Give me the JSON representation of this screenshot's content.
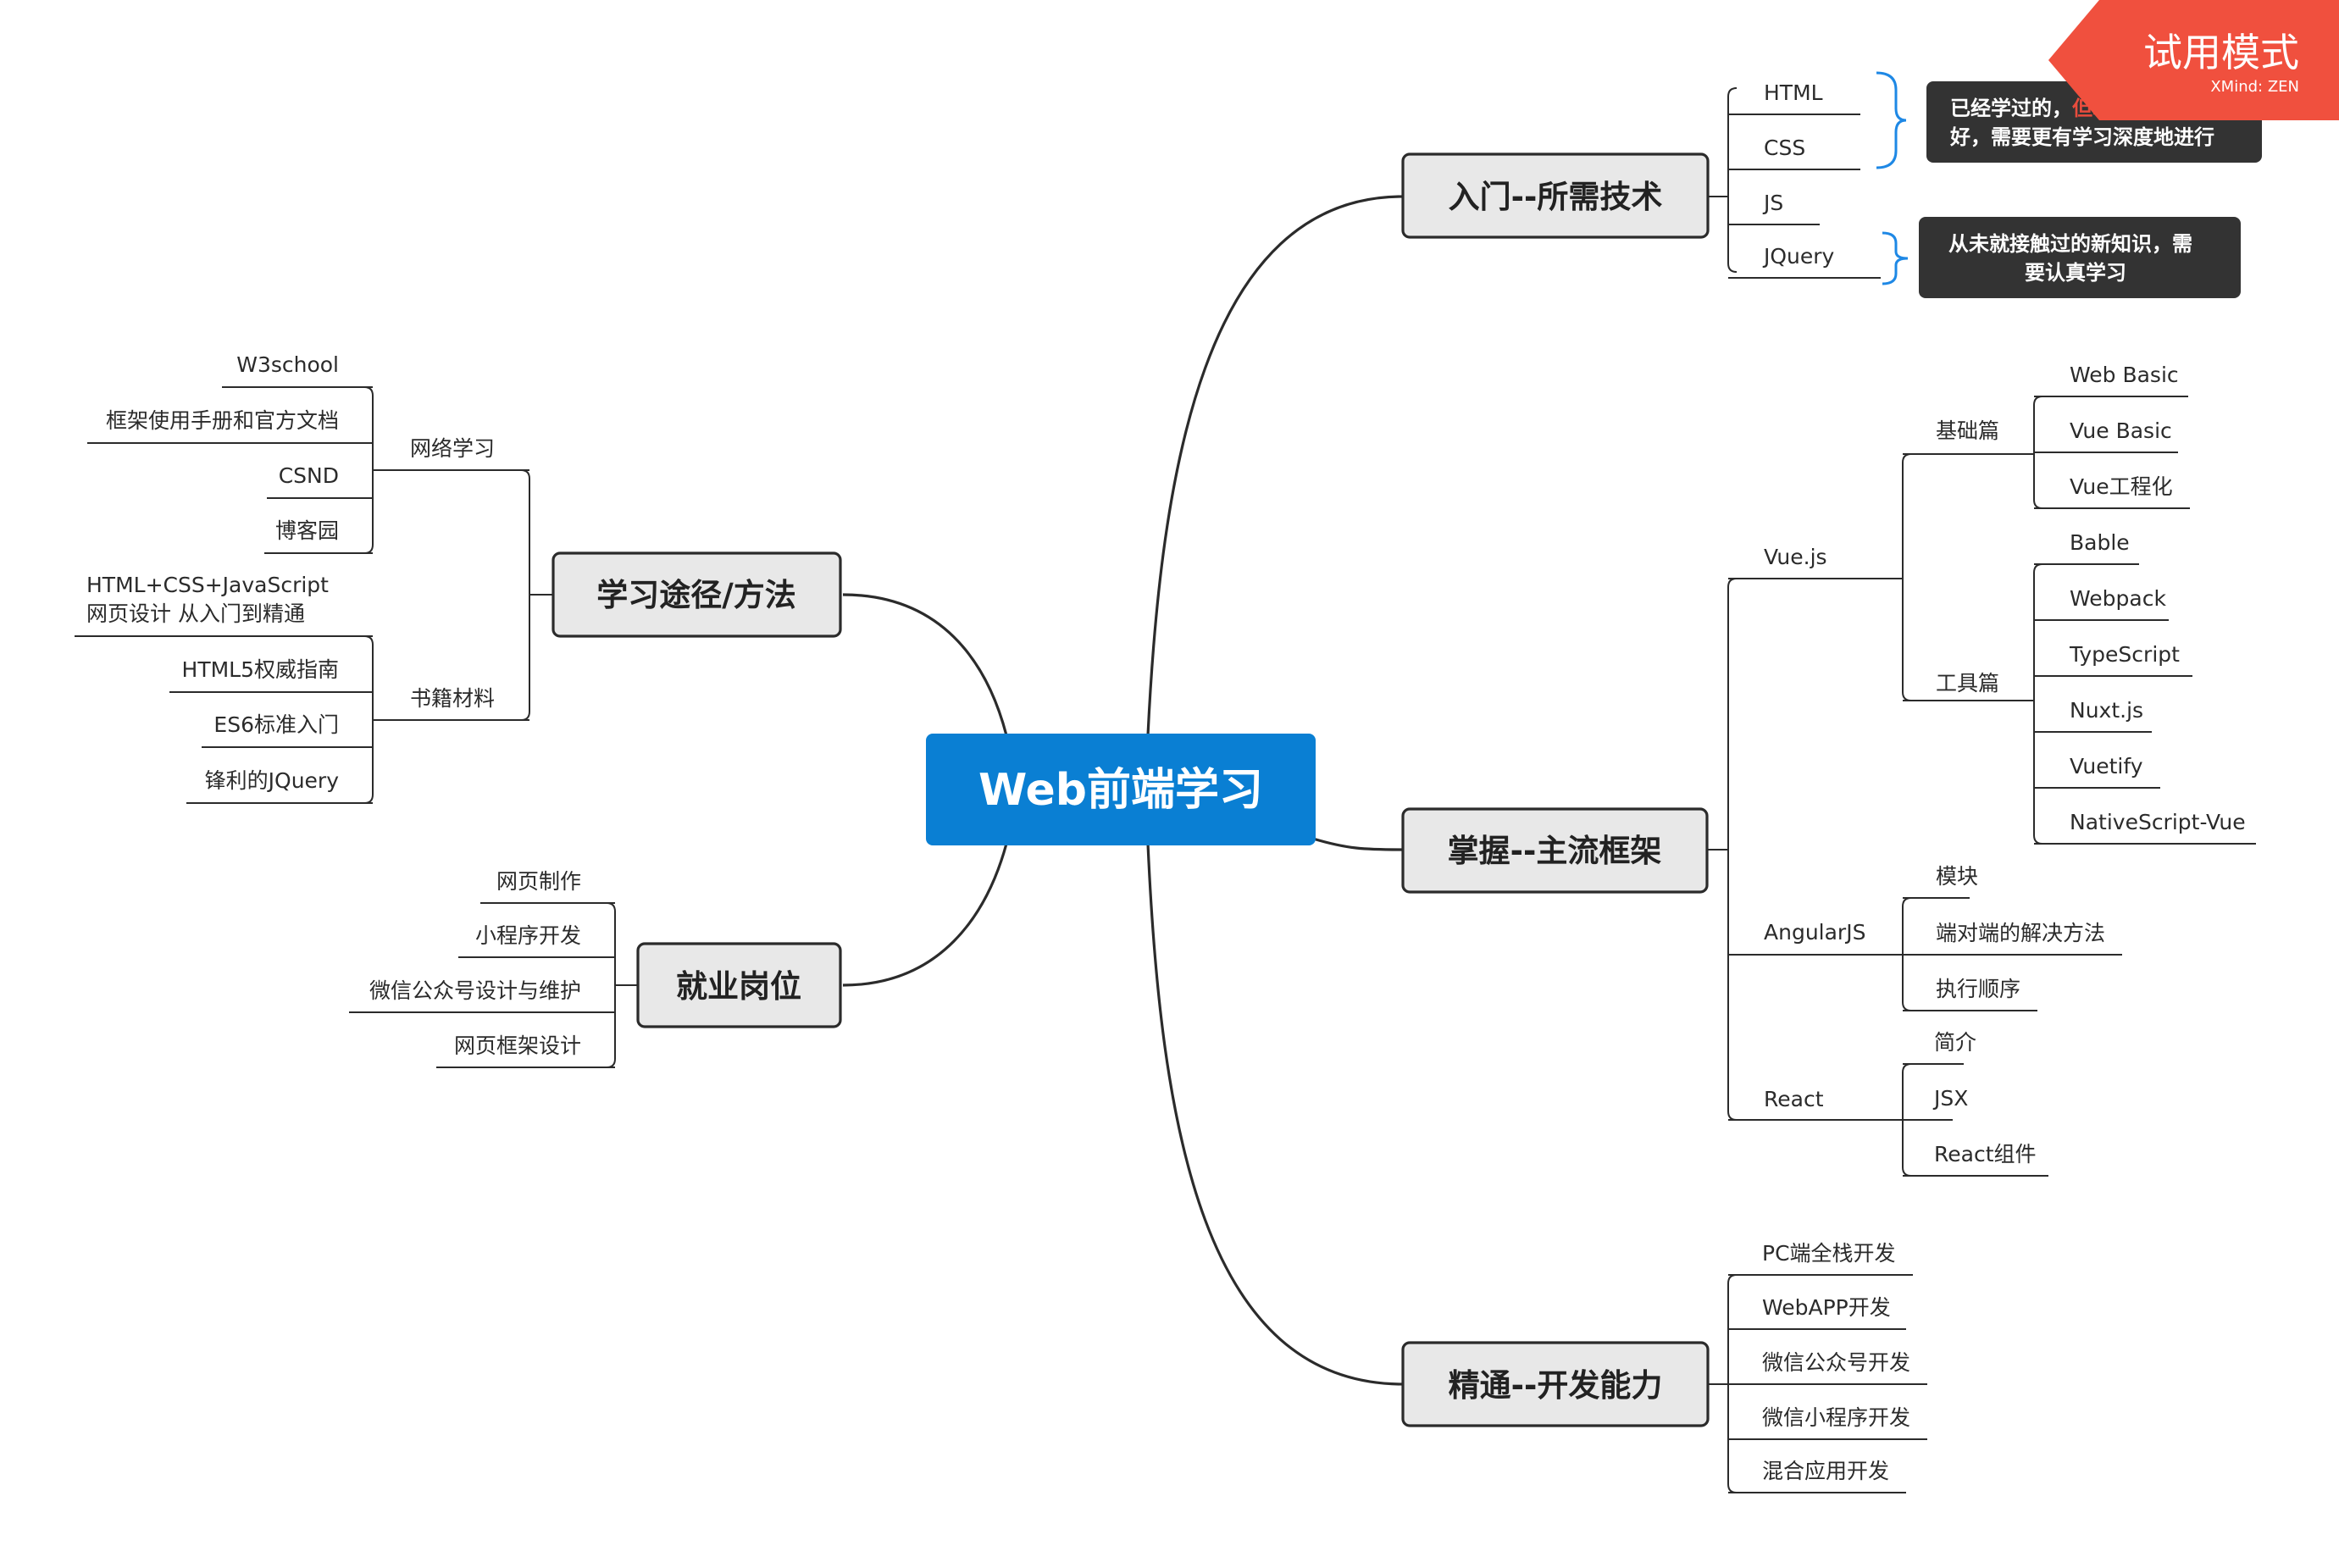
{
  "central": "Web前端学习",
  "trial_badge": {
    "label": "试用模式",
    "brand": "XMind: ZEN"
  },
  "intro": {
    "title": "入门--所需技术",
    "items": [
      "HTML",
      "CSS",
      "JS",
      "JQuery"
    ],
    "note1": {
      "line1_pre": "已经学过的，",
      "line1_red": "但掌握的不是很",
      "line2": "好，需要更有学习深度地进行"
    },
    "note2": {
      "line1": "从未就接触过的新知识，需",
      "line2": "要认真学习"
    }
  },
  "frameworks": {
    "title": "掌握--主流框架",
    "vue": {
      "label": "Vue.js",
      "basic": {
        "label": "基础篇",
        "items": [
          "Web Basic",
          "Vue Basic",
          "Vue工程化"
        ]
      },
      "tools": {
        "label": "工具篇",
        "items": [
          "Bable",
          "Webpack",
          "TypeScript",
          "Nuxt.js",
          "Vuetify",
          "NativeScript-Vue"
        ]
      }
    },
    "angular": {
      "label": "AngularJS",
      "items": [
        "模块",
        "端对端的解决方法",
        "执行顺序"
      ]
    },
    "react": {
      "label": "React",
      "items": [
        "简介",
        "JSX",
        "React组件"
      ]
    }
  },
  "mastery": {
    "title": "精通--开发能力",
    "items": [
      "PC端全栈开发",
      "WebAPP开发",
      "微信公众号开发",
      "微信小程序开发",
      "混合应用开发"
    ]
  },
  "learning": {
    "title": "学习途径/方法",
    "web": {
      "label": "网络学习",
      "items": [
        "W3school",
        "框架使用手册和官方文档",
        "CSND",
        "博客园"
      ]
    },
    "books": {
      "label": "书籍材料",
      "book1_line1": "HTML+CSS+JavaScript",
      "book1_line2": "网页设计 从入门到精通",
      "items": [
        "HTML5权威指南",
        "ES6标准入门",
        "锋利的JQuery"
      ]
    }
  },
  "jobs": {
    "title": "就业岗位",
    "items": [
      "网页制作",
      "小程序开发",
      "微信公众号设计与维护",
      "网页框架设计"
    ]
  },
  "colors": {
    "central": "#0a7fd3",
    "main_fill": "#e8e8e8",
    "line": "#2b2b2b",
    "brace": "#1e88e5",
    "note": "#333333",
    "note_highlight": "#e84c3d",
    "trial_badge": "#f0503e"
  }
}
